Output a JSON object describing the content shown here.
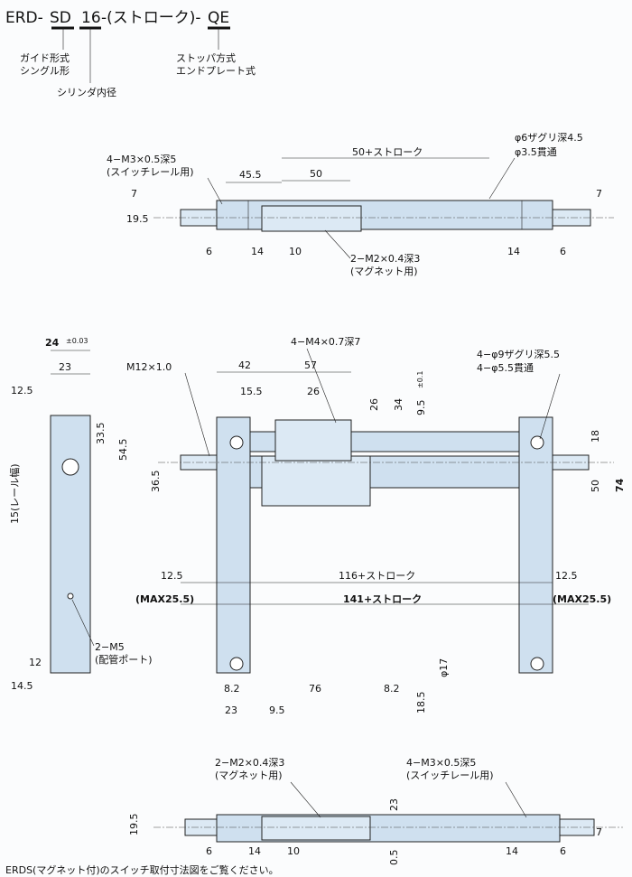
{
  "model_code": {
    "prefix": "ERD-",
    "sd": "SD",
    "bore": "16",
    "stroke": "-(ストローク)-",
    "qe": "QE"
  },
  "legend": {
    "guide_1": "ガイド形式",
    "guide_2": "シングル形",
    "bore_label": "シリンダ内径",
    "stopper_1": "ストッパ方式",
    "stopper_2": "エンドプレート式"
  },
  "top_view": {
    "m3_1": "4−M3×0.5深5",
    "m3_2": "(スイッチレール用)",
    "d45_5": "45.5",
    "d50": "50",
    "d50s": "50+ストローク",
    "cb_1": "φ6ザグリ深4.5",
    "cb_2": "φ3.5貫通",
    "d7l": "7",
    "d7r": "7",
    "d19_5": "19.5",
    "d6l": "6",
    "d14l": "14",
    "d10": "10",
    "d14r": "14",
    "d6r": "6",
    "m2_1": "2−M2×0.4深3",
    "m2_2": "(マグネット用)"
  },
  "side_view": {
    "d24": "24",
    "tol24": "±0.03",
    "d23": "23",
    "d12_5": "12.5",
    "d33_5": "33.5",
    "d54_5": "54.5",
    "rail_w": "15(レール幅)",
    "d12": "12",
    "d14_5": "14.5",
    "m5_1": "2−M5",
    "m5_2": "(配管ポート)"
  },
  "front_view": {
    "m12": "M12×1.0",
    "m4": "4−M4×0.7深7",
    "d42": "42",
    "d57": "57",
    "d15_5": "15.5",
    "d26": "26",
    "v26": "26",
    "v34": "34",
    "v9_5": "9.5",
    "tol9_5": "±0.1",
    "cb_1": "4−φ9ザグリ深5.5",
    "cb_2": "4−φ5.5貫通",
    "d18": "18",
    "d50": "50",
    "d74": "74",
    "d36_5": "36.5",
    "d8_2l": "8.2",
    "d76": "76",
    "d8_2r": "8.2",
    "d23": "23",
    "d9_5": "9.5",
    "d18_5": "18.5",
    "phi17": "φ17",
    "d12_5l": "12.5",
    "d116": "116+ストローク",
    "d12_5r": "12.5",
    "max_l": "(MAX25.5)",
    "d141": "141+ストローク",
    "max_r": "(MAX25.5)"
  },
  "bottom_view": {
    "m2_1": "2−M2×0.4深3",
    "m2_2": "(マグネット用)",
    "m3_1": "4−M3×0.5深5",
    "m3_2": "(スイッチレール用)",
    "d23": "23",
    "d19_5": "19.5",
    "d6l": "6",
    "d14l": "14",
    "d10": "10",
    "d0_5": "0.5",
    "d14r": "14",
    "d6r": "6",
    "d7": "7"
  },
  "footer_note": "ERDS(マグネット付)のスイッチ取付寸法図をご覧ください。"
}
